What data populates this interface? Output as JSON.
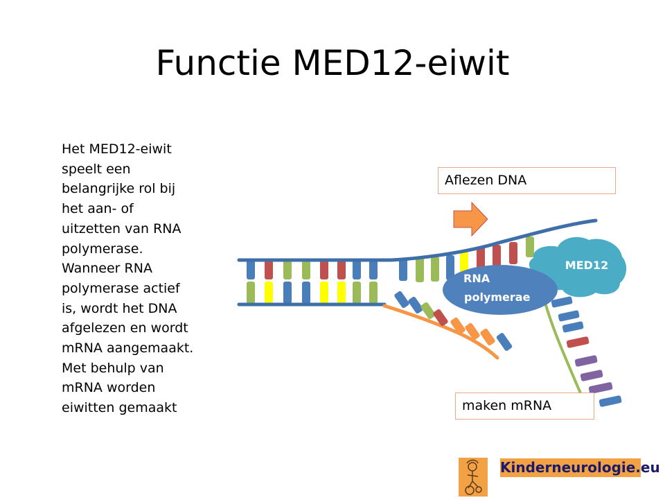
{
  "title": "Functie MED12-eiwit",
  "body_lines": [
    "Het MED12-eiwit",
    "speelt een",
    "belangrijke rol bij",
    "het aan- of",
    "uitzetten van RNA",
    "polymerase.",
    "Wanneer RNA",
    "polymerase actief",
    "is, wordt het DNA",
    "afgelezen en wordt",
    "mRNA aangemaakt.",
    "Met behulp van",
    "mRNA worden",
    "eiwitten gemaakt"
  ],
  "diagram": {
    "label_aflezen": "Aflezen DNA",
    "label_maken": "maken mRNA",
    "med12_line1": "MED12",
    "rna_pol_line1": "RNA",
    "rna_pol_line2": "polymerae"
  },
  "colors": {
    "strand_blue": "#3f6fa8",
    "base_blue": "#4a7ebb",
    "base_red": "#c0504d",
    "base_green": "#9bbb59",
    "base_yellow": "#ffff00",
    "base_orange": "#f79646",
    "base_purple": "#8064a2",
    "med12_fill": "#4bacc6",
    "rna_pol_fill": "#4f81bd",
    "arrow_orange": "#f79646"
  },
  "logo": {
    "text": "Kinderneurologie.eu"
  }
}
